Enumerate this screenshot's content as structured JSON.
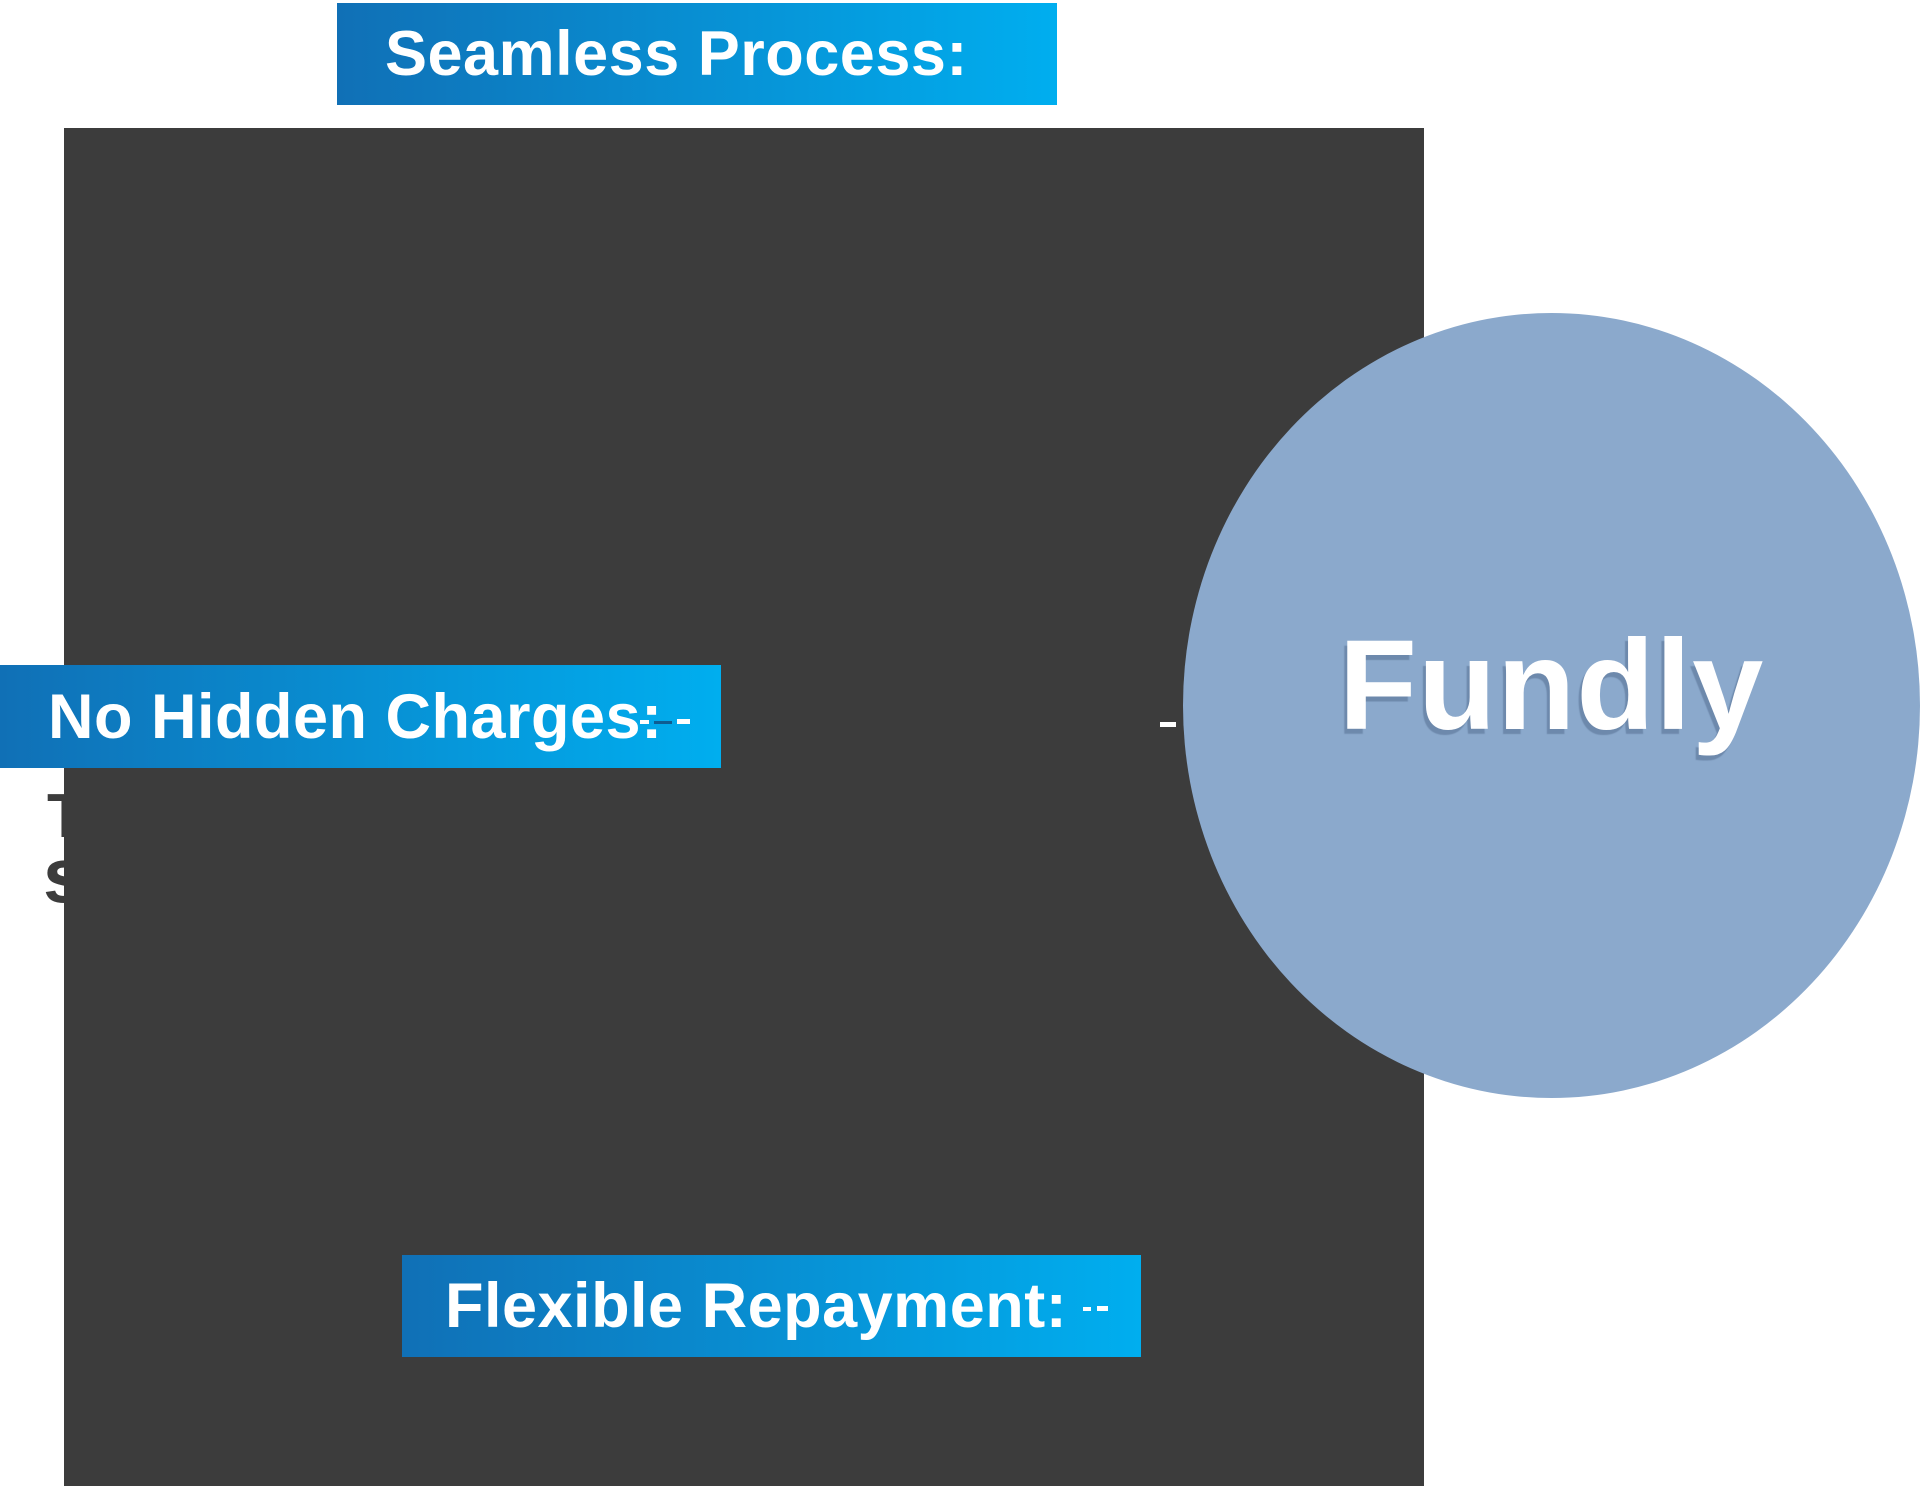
{
  "header_banner": {
    "label": "Seamless Process:"
  },
  "left_banner": {
    "label": "No Hidden Charges:"
  },
  "bottom_banner": {
    "label": "Flexible Repayment:"
  },
  "brand_circle": {
    "label": "Fundly"
  },
  "obscured_text_fragments": {
    "line1": "T",
    "line2": "s"
  },
  "colors": {
    "panel": "#3C3C3C",
    "circle": "#8BA9CC",
    "banner_start": "#1070B6",
    "banner_end": "#00AEEF",
    "banner_text": "#FFFFFF",
    "brand_text": "#FFFFFF"
  }
}
